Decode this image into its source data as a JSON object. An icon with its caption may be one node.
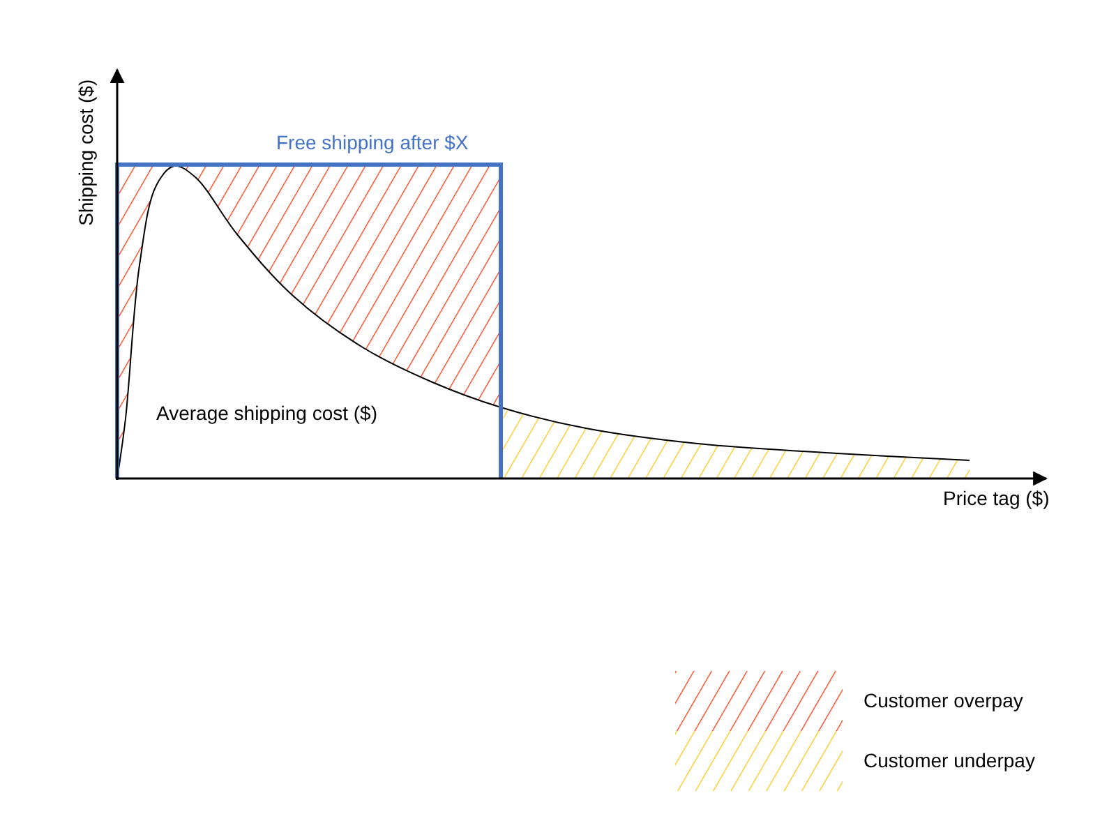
{
  "diagram": {
    "labels": [
      "Shipping cost ($)",
      "Free shipping after $X",
      "Average shipping cost ($)",
      "Price tag ($)"
    ],
    "legend": [
      {
        "text": "Customer overpay"
      },
      {
        "text": "Customer underpay"
      }
    ]
  }
}
